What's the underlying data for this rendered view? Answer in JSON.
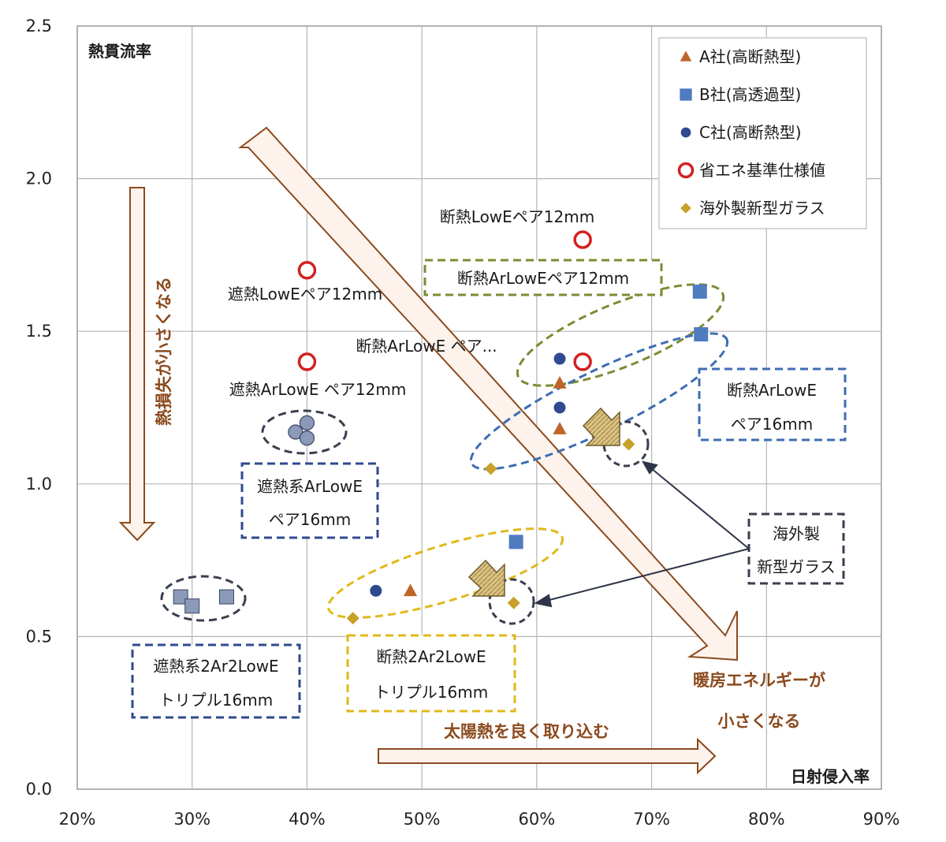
{
  "chart_data": {
    "type": "scatter",
    "ylabel": "熱貫流率",
    "xlabel": "日射侵入率",
    "xlim": [
      0.2,
      0.9
    ],
    "ylim": [
      0.0,
      2.5
    ],
    "x_ticks": [
      0.2,
      0.3,
      0.4,
      0.5,
      0.6,
      0.7,
      0.8,
      0.9
    ],
    "x_tick_labels": [
      "20%",
      "30%",
      "40%",
      "50%",
      "60%",
      "70%",
      "80%",
      "90%"
    ],
    "y_ticks": [
      0.0,
      0.5,
      1.0,
      1.5,
      2.0,
      2.5
    ],
    "y_tick_labels": [
      "0.0",
      "0.5",
      "1.0",
      "1.5",
      "2.0",
      "2.5"
    ],
    "grid": true,
    "legend_position": "top-right",
    "series": [
      {
        "name": "A社(高断熱型)",
        "marker": "triangle",
        "color": "#c0642a",
        "points": [
          [
            0.62,
            1.33
          ],
          [
            0.62,
            1.18
          ],
          [
            0.49,
            0.65
          ]
        ]
      },
      {
        "name": "B社(高透過型)",
        "marker": "square",
        "color": "#4f7bbf",
        "points": [
          [
            0.742,
            1.63
          ],
          [
            0.743,
            1.49
          ],
          [
            0.582,
            0.81
          ]
        ]
      },
      {
        "name": "C社(高断熱型)",
        "marker": "circle",
        "color": "#2f4a8f",
        "points": [
          [
            0.62,
            1.41
          ],
          [
            0.62,
            1.25
          ],
          [
            0.46,
            0.65
          ]
        ]
      },
      {
        "name": "省エネ基準仕様値",
        "marker": "open-circle",
        "color": "#d42020",
        "points": [
          [
            0.64,
            1.8
          ],
          [
            0.4,
            1.7
          ],
          [
            0.4,
            1.4
          ],
          [
            0.64,
            1.4
          ]
        ]
      },
      {
        "name": "海外製新型ガラス",
        "marker": "diamond",
        "color": "#c8a02a",
        "points": [
          [
            0.68,
            1.13
          ],
          [
            0.56,
            1.05
          ],
          [
            0.58,
            0.61
          ],
          [
            0.44,
            0.56
          ]
        ]
      }
    ],
    "extra_points": [
      {
        "marker": "circle",
        "color": "#8a9ab8",
        "points": [
          [
            0.39,
            1.17
          ],
          [
            0.4,
            1.2
          ],
          [
            0.4,
            1.15
          ]
        ]
      },
      {
        "marker": "square",
        "color": "#8a9ab8",
        "points": [
          [
            0.29,
            0.63
          ],
          [
            0.3,
            0.6
          ],
          [
            0.33,
            0.63
          ]
        ]
      }
    ],
    "annotations": {
      "label_low_e_pair_heat": "断熱LowEペア12mm",
      "label_ar_low_e_pair_heat_box": "断熱ArLowEペア12mm",
      "label_shade_low_e_pair": "遮熱LowEペア12mm",
      "label_ar_low_e_pair_heat_trunc": "断熱ArLowE ペア...",
      "label_shade_ar_low_e_pair": "遮熱ArLowE ペア12mm",
      "box_shade_ar_16_line1": "遮熱系ArLowE",
      "box_shade_ar_16_line2": "ペア16mm",
      "box_heat_ar_16_line1": "断熱ArLowE",
      "box_heat_ar_16_line2": "ペア16mm",
      "box_overseas_line1": "海外製",
      "box_overseas_line2": "新型ガラス",
      "box_shade_triple_line1": "遮熱系2Ar2LowE",
      "box_shade_triple_line2": "トリプル16mm",
      "box_heat_triple_line1": "断熱2Ar2LowE",
      "box_heat_triple_line2": "トリプル16mm",
      "arrow_vertical_text": "熱損失が小さくなる",
      "arrow_horizontal_text": "太陽熱を良く取り込む",
      "arrow_diagonal_text_line1": "暖房エネルギーが",
      "arrow_diagonal_text_line2": "小さくなる"
    }
  }
}
